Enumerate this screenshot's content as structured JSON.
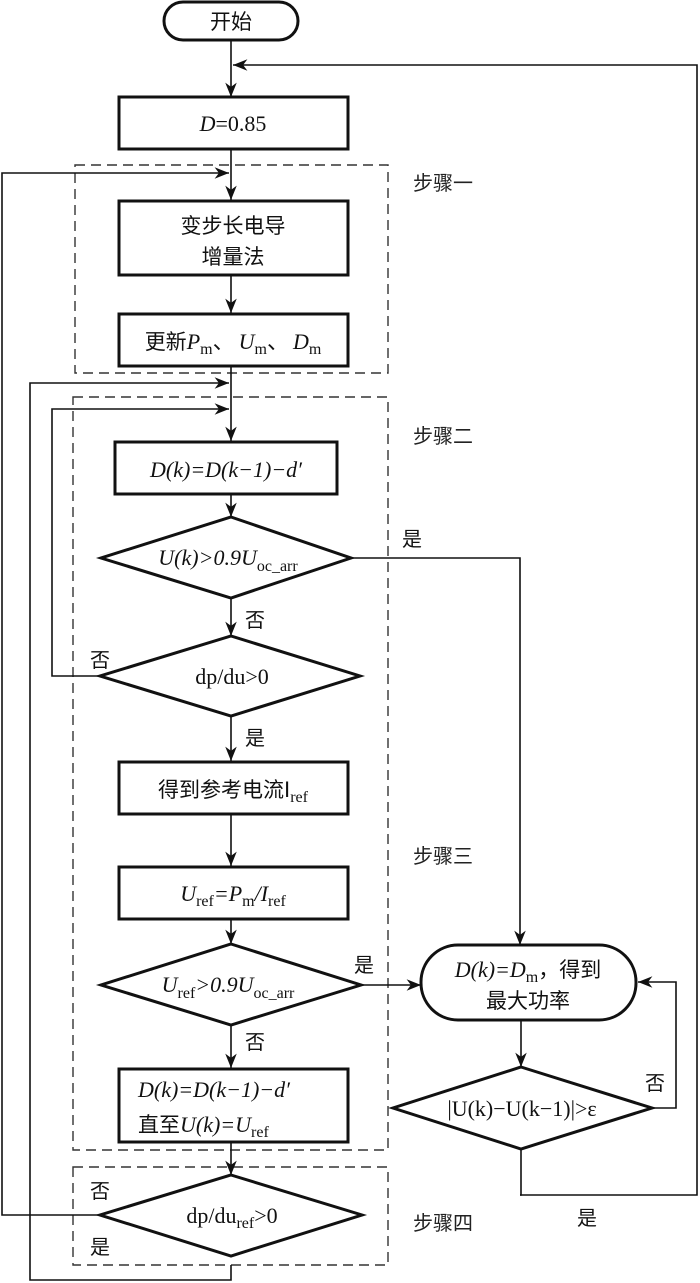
{
  "flowchart": {
    "start": "开始",
    "init": {
      "var": "D",
      "rest": "=0.85"
    },
    "steps": {
      "step1": "步骤一",
      "step2": "步骤二",
      "step3": "步骤三",
      "step4": "步骤四"
    },
    "inc_cond_line1": "变步长电导",
    "inc_cond_line2": "增量法",
    "update": {
      "prefix": "更新",
      "p": "P",
      "u": "U",
      "d": "D",
      "sub": "m",
      "sep": "、"
    },
    "dk_update": "D(k)=D(k−1)−d′",
    "cond1": {
      "main": "U(k)>0.9U",
      "sub": "oc_arr"
    },
    "cond2": "dp/du>0",
    "get_iref": {
      "text": "得到参考电流I",
      "sub": "ref"
    },
    "uref_calc": {
      "u": "U",
      "sub_ref": "ref",
      "eq": "=P",
      "sub_m": "m",
      "div": "/I"
    },
    "cond3": {
      "u": "U",
      "sub_ref": "ref",
      "mid": ">0.9U",
      "sub_oc": "oc_arr"
    },
    "dk_until_line1": "D(k)=D(k−1)−d′",
    "dk_until_line2": {
      "prefix": "直至",
      "expr": "U(k)=U",
      "sub": "ref"
    },
    "cond4": {
      "pre": "dp/du",
      "sub": "ref",
      "post": ">0"
    },
    "max_power": {
      "line1_expr": "D(k)=D",
      "line1_sub": "m",
      "line1_cn": "，得到",
      "line2": "最大功率"
    },
    "cond5": "|U(k)−U(k−1)|>ε",
    "labels": {
      "yes": "是",
      "no": "否"
    }
  }
}
